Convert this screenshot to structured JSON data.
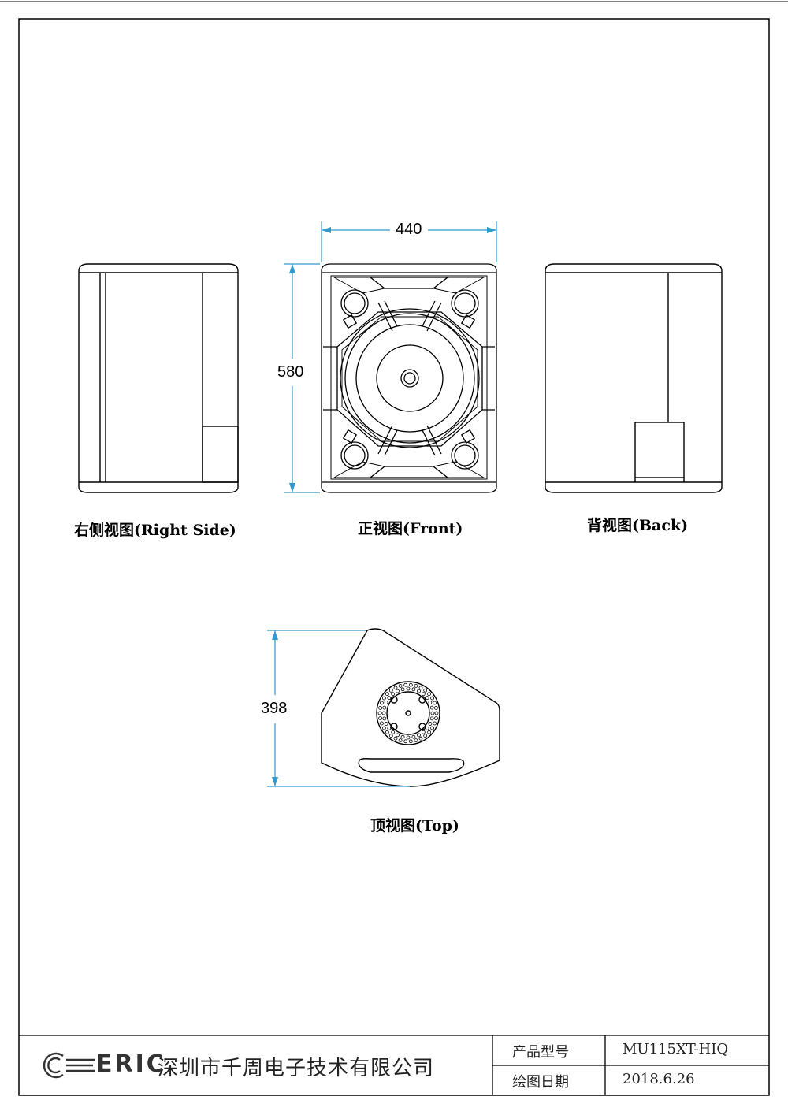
{
  "views": {
    "right_side": "右侧视图(Right Side)",
    "front": "正视图(Front)",
    "back": "背视图(Back)",
    "top": "顶视图(Top)"
  },
  "dimensions": {
    "width": "440",
    "height": "580",
    "depth": "398"
  },
  "title_block": {
    "logo": "ERIC",
    "company": "深圳市千周电子技术有限公司",
    "model_label": "产品型号",
    "model_value": "MU115XT-HIQ",
    "date_label": "绘图日期",
    "date_value": "2018.6.26"
  },
  "colors": {
    "dimension_line": "#3399cc",
    "outline": "#000000"
  }
}
